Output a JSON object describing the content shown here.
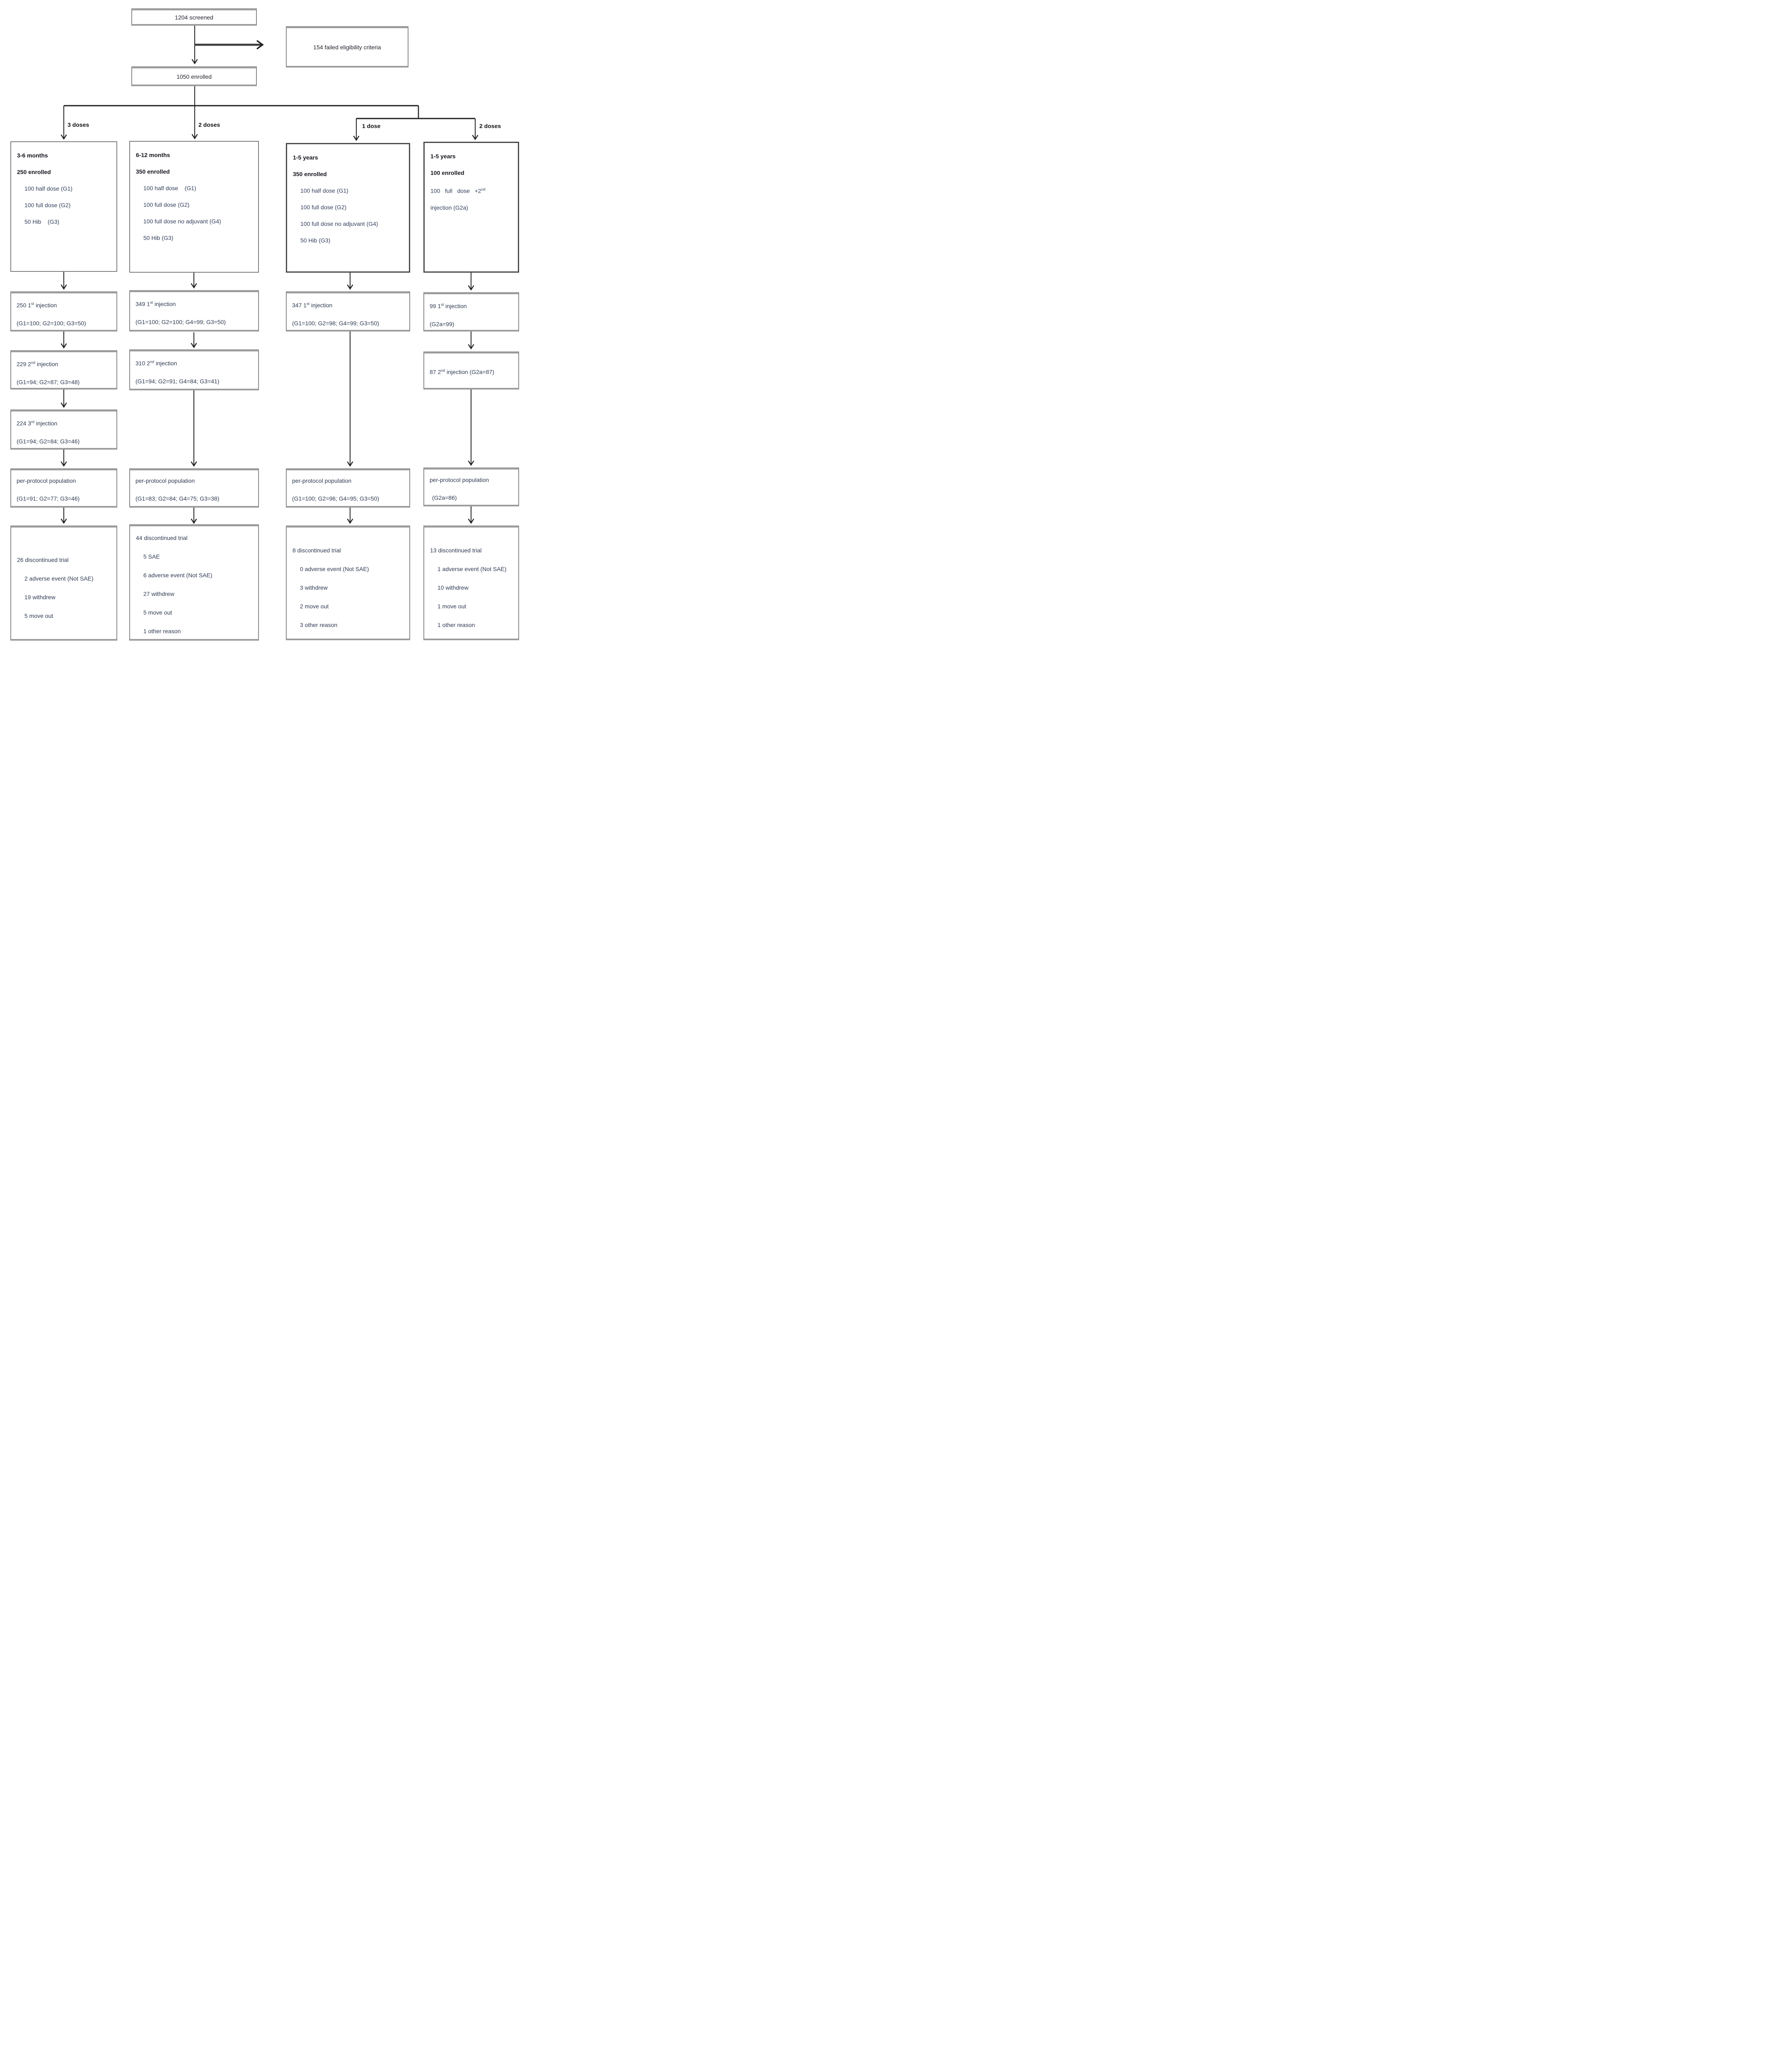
{
  "screened": {
    "label": "1204 screened"
  },
  "failed": {
    "label": "154 failed eligibility criteria"
  },
  "enrolled": {
    "label": "1050 enrolled"
  },
  "dose_labels": [
    "3 doses",
    "2 doses",
    "1 dose",
    "2 doses"
  ],
  "col1": {
    "age": "3-6 months",
    "enrolled": "250 enrolled",
    "arms": [
      "100 half dose (G1)",
      "100 full dose (G2)",
      "50 Hib    (G3)"
    ],
    "inj1": {
      "pre": "250 1",
      "sup": "st",
      "post": " injection",
      "detail": "(G1=100; G2=100; G3=50)"
    },
    "inj2": {
      "pre": "229 2",
      "sup": "nd",
      "post": " injection",
      "detail": "(G1=94; G2=87; G3=48)"
    },
    "inj3": {
      "pre": "224 3",
      "sup": "rd",
      "post": " injection",
      "detail": "(G1=94; G2=84; G3=46)"
    },
    "pp": {
      "title": "per-protocol population",
      "detail": "(G1=91; G2=77; G3=46)"
    },
    "disc": [
      "26 discontinued trial",
      "2 adverse event (Not SAE)",
      "19 withdrew",
      "5 move out"
    ]
  },
  "col2": {
    "age": "6-12 months",
    "enrolled": "350 enrolled",
    "arms": [
      "100 half dose    (G1)",
      "100 full dose (G2)",
      "100 full dose no adjuvant (G4)",
      "50 Hib (G3)"
    ],
    "inj1": {
      "pre": "349 1",
      "sup": "st",
      "post": " injection",
      "detail": "(G1=100; G2=100; G4=99; G3=50)"
    },
    "inj2": {
      "pre": "310 2",
      "sup": "nd",
      "post": " injection",
      "detail": "(G1=94; G2=91; G4=84; G3=41)"
    },
    "pp": {
      "title": "per-protocol population",
      "detail": "(G1=83; G2=84; G4=75; G3=38)"
    },
    "disc": [
      "44 discontinued trial",
      "5 SAE",
      "6 adverse event (Not SAE)",
      "27 withdrew",
      "5 move out",
      "1 other reason"
    ]
  },
  "col3": {
    "age": "1-5 years",
    "enrolled": "350 enrolled",
    "arms": [
      "100 half dose (G1)",
      "100 full dose (G2)",
      "100 full dose no adjuvant (G4)",
      "50 Hib (G3)"
    ],
    "inj1": {
      "pre": "347 1",
      "sup": "st",
      "post": " injection",
      "detail": "(G1=100; G2=98; G4=99; G3=50)"
    },
    "pp": {
      "title": "per-protocol population",
      "detail": "(G1=100; G2=96; G4=95; G3=50)"
    },
    "disc": [
      "8 discontinued trial",
      "0 adverse event (Not SAE)",
      "3 withdrew",
      "2 move out",
      "3 other reason"
    ]
  },
  "col4": {
    "age": "1-5 years",
    "enrolled": "100 enrolled",
    "arm_line1_pre": "100   full   dose   +2",
    "arm_line1_sup": "nd",
    "arm_line2": "injection (G2a)",
    "inj1": {
      "pre": "99 1",
      "sup": "st",
      "post": " injection",
      "detail": "(G2a=99)"
    },
    "inj2": {
      "pre": "87 2",
      "sup": "nd",
      "post": " injection (G2a=87)"
    },
    "pp": {
      "title": "per-protocol population",
      "detail": "(G2a=86)"
    },
    "disc": [
      "13 discontinued trial",
      "1 adverse event (Not SAE)",
      "10 withdrew",
      "1 move out",
      "1 other reason"
    ]
  }
}
